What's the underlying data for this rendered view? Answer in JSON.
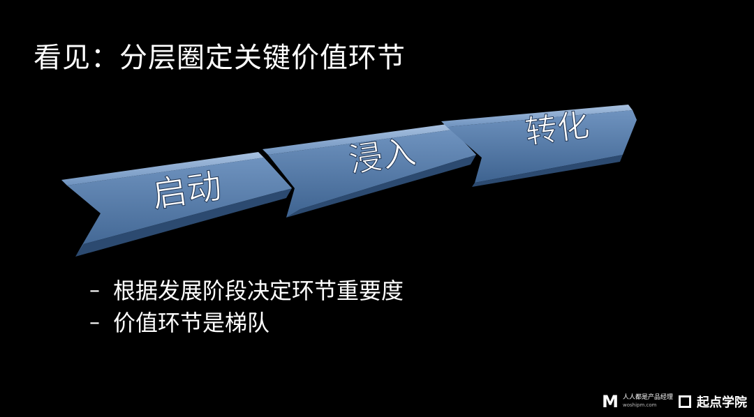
{
  "slide": {
    "title": "看见：分层圈定关键价值环节",
    "chevrons": [
      {
        "label": "启动"
      },
      {
        "label": "浸入"
      },
      {
        "label": "转化"
      }
    ],
    "bullets": [
      {
        "dash": "–",
        "text": "根据发展阶段决定环节重要度"
      },
      {
        "dash": "–",
        "text": "价值环节是梯队"
      }
    ]
  },
  "watermark": {
    "logo_letter": "M",
    "site_name": "人人都是产品经理",
    "site_url": "woshipm.com",
    "brand_name": "起点学院"
  },
  "colors": {
    "background": "#000000",
    "chevron_face": "#4a6f9c",
    "chevron_top": "#6b8fbd",
    "chevron_side": "#2c4a70",
    "text": "#ffffff"
  }
}
